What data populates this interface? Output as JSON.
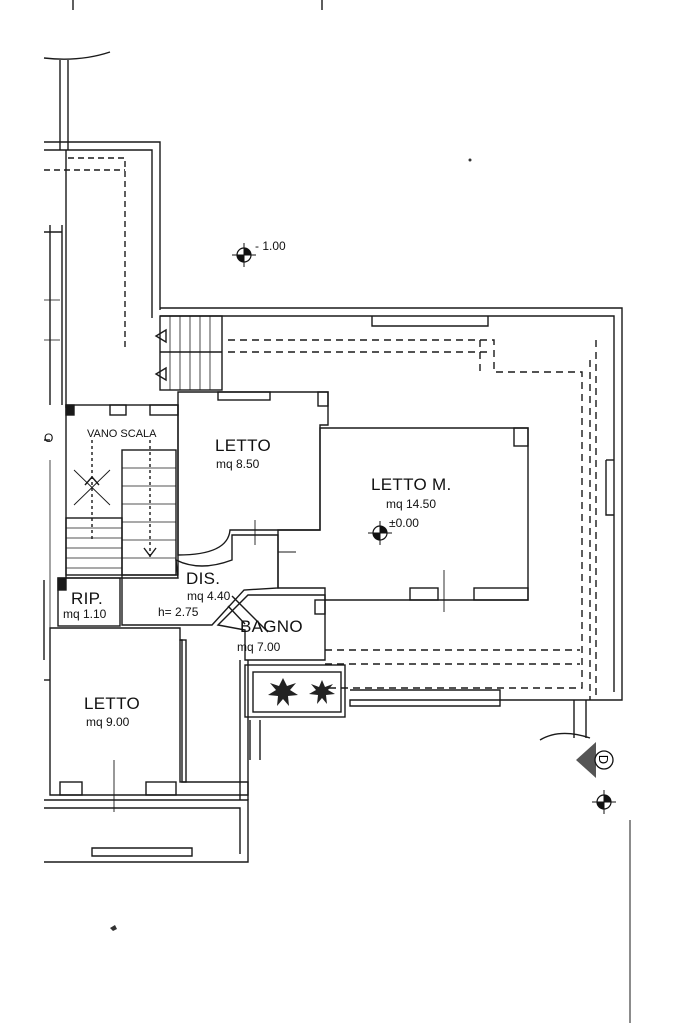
{
  "plan": {
    "elevation_top": "- 1.00",
    "elevation_center": "±0.00",
    "section_label": "D",
    "stair_label": "VANO SCALA",
    "edge_mark": "O"
  },
  "rooms": [
    {
      "id": "letto1",
      "name": "LETTO",
      "area": "mq 8.50"
    },
    {
      "id": "letto-m",
      "name": "LETTO M.",
      "area": "mq 14.50"
    },
    {
      "id": "dis",
      "name": "DIS.",
      "area": "mq 4.40",
      "height": "h= 2.75"
    },
    {
      "id": "rip",
      "name": "RIP.",
      "area": "mq 1.10"
    },
    {
      "id": "bagno",
      "name": "BAGNO",
      "area": "mq 7.00"
    },
    {
      "id": "letto2",
      "name": "LETTO",
      "area": "mq 9.00"
    }
  ]
}
